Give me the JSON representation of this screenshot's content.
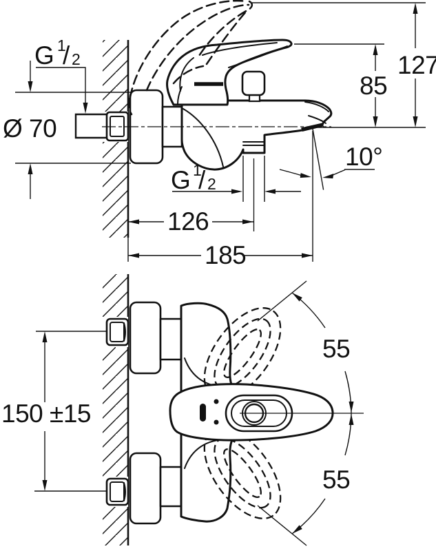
{
  "colors": {
    "ink": "#111111",
    "background": "#ffffff"
  },
  "side_view": {
    "labels": {
      "inlet_thread": {
        "prefix": "G",
        "numerator": "1",
        "slash": "/",
        "denominator": "2"
      },
      "outlet_thread": {
        "prefix": "G",
        "numerator": "1",
        "slash": "/",
        "denominator": "2"
      },
      "escutcheon_diameter": "Ø 70",
      "overall_height": "127",
      "spout_to_handle_height": "85",
      "spout_angle": "10°",
      "outlet_projection": "126",
      "spout_projection": "185"
    }
  },
  "front_view": {
    "labels": {
      "connection_centres": "150 ±15",
      "handle_swing_upper": "55",
      "handle_swing_lower": "55"
    }
  }
}
